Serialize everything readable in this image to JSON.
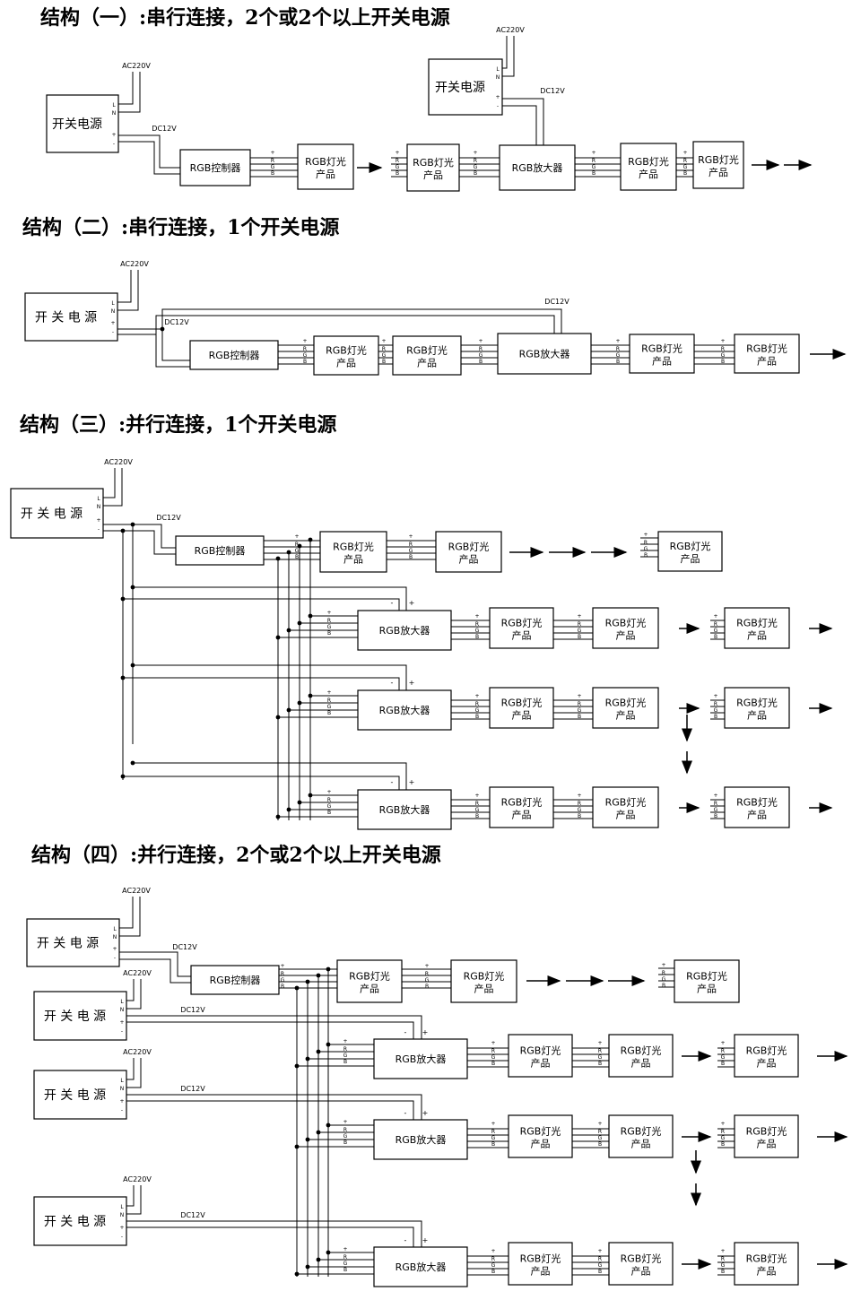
{
  "titles": {
    "s1": "结构（一）:串行连接，2个或2个以上开关电源",
    "s2": "结构（二）:串行连接，1个开关电源",
    "s3": "结构（三）:并行连接，1个开关电源",
    "s4": "结构（四）:并行连接，2个或2个以上开关电源"
  },
  "labels": {
    "psu": "开关电源",
    "controller": "RGB控制器",
    "amplifier": "RGB放大器",
    "product_l1": "RGB灯光",
    "product_l2": "产品",
    "ac": "AC220V",
    "dc": "DC12V",
    "L": "L",
    "N": "N",
    "plus": "+",
    "minus": "-",
    "R": "R",
    "G": "G",
    "B": "B"
  }
}
